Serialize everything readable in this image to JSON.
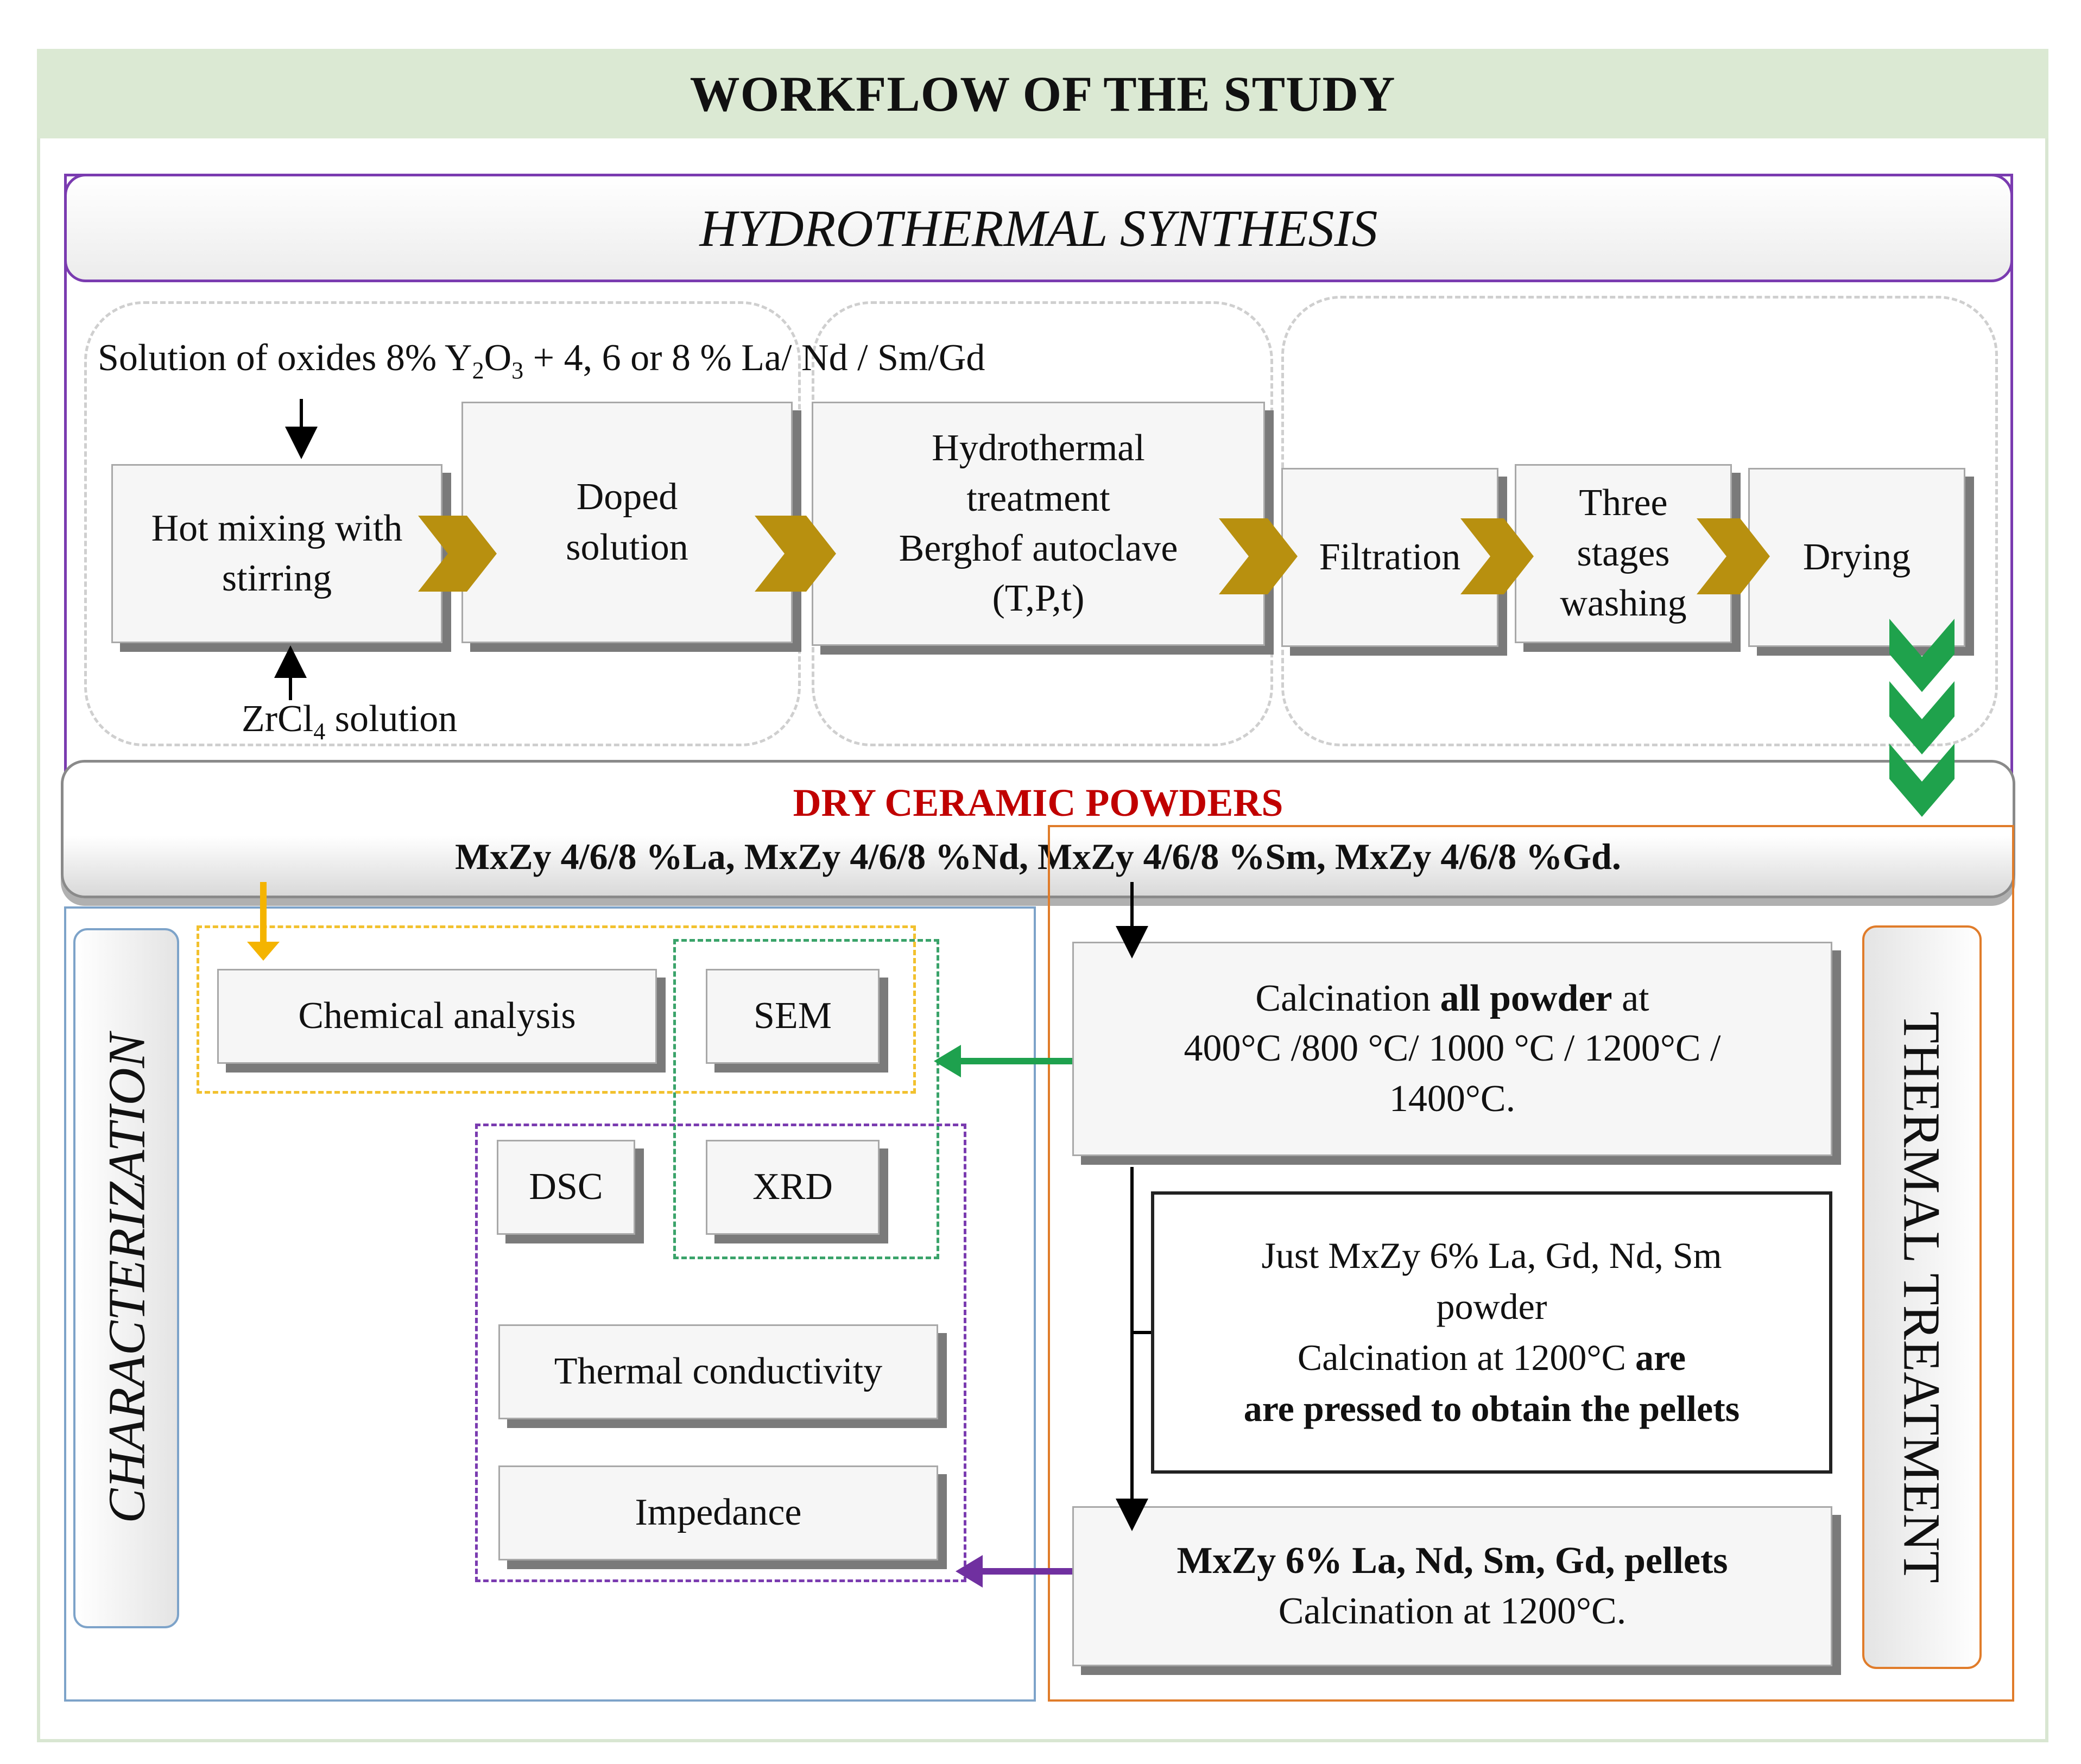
{
  "title": "WORKFLOW OF THE STUDY",
  "synthesis": {
    "header": "HYDROTHERMAL SYNTHESIS",
    "solution_label_pre": "Solution of oxides 8% Y",
    "solution_sub1": "2",
    "solution_mid": "O",
    "solution_sub2": "3",
    "solution_label_post": " + 4, 6 or 8 % La/ Nd / Sm/Gd",
    "zrcl_pre": "ZrCl",
    "zrcl_sub": "4",
    "zrcl_post": " solution",
    "steps": {
      "hot_mixing": [
        "Hot mixing with",
        "stirring"
      ],
      "doped_solution": [
        "Doped",
        "solution"
      ],
      "hydrothermal": [
        "Hydrothermal",
        "treatment",
        "Berghof autoclave",
        "(T,P,t)"
      ],
      "filtration": "Filtration",
      "washing": [
        "Three",
        "stages",
        "washing"
      ],
      "drying": "Drying"
    },
    "arrow_color": "#b8900f",
    "chevron_color": "#1fa24c"
  },
  "dry_powders": {
    "title": "DRY CERAMIC POWDERS",
    "list": "MxZy 4/6/8 %La, MxZy 4/6/8 %Nd, MxZy 4/6/8 %Sm, MxZy 4/6/8 %Gd."
  },
  "characterization": {
    "label": "CHARACTERIZATION",
    "chemical_analysis": "Chemical analysis",
    "sem": "SEM",
    "dsc": "DSC",
    "xrd": "XRD",
    "thermal_conductivity": "Thermal conductivity",
    "impedance": "Impedance"
  },
  "thermal_treatment": {
    "label": "THERMAL TREATMENT",
    "calcination": {
      "pre": "Calcination ",
      "bold": "all powder",
      "post": " at",
      "line2": "400°C /800 °C/ 1000 °C / 1200°C /",
      "line3": "1400°C."
    },
    "pellet_note": {
      "line1": "Just MxZy 6% La, Gd, Nd, Sm",
      "line2": "powder",
      "line3_pre": "Calcination at 1200°C ",
      "line3_bold": "are",
      "line4": "are pressed to obtain the pellets"
    },
    "pellets": {
      "line1": "MxZy 6% La, Nd, Sm, Gd, pellets",
      "line2": "Calcination at 1200°C."
    }
  },
  "colors": {
    "title_bg": "#dbe9d3",
    "synthesis_border": "#7a3bb0",
    "characterization_border": "#7da3c9",
    "thermal_border": "#e07c2a",
    "dry_title": "#c00000",
    "yellow_dash": "#f2c12e",
    "green_dash": "#3aa36a",
    "purple_dash": "#7a3bb0",
    "green_arrow": "#1ea14e",
    "purple_arrow": "#7030a0",
    "yellow_arrow": "#f4b400"
  }
}
